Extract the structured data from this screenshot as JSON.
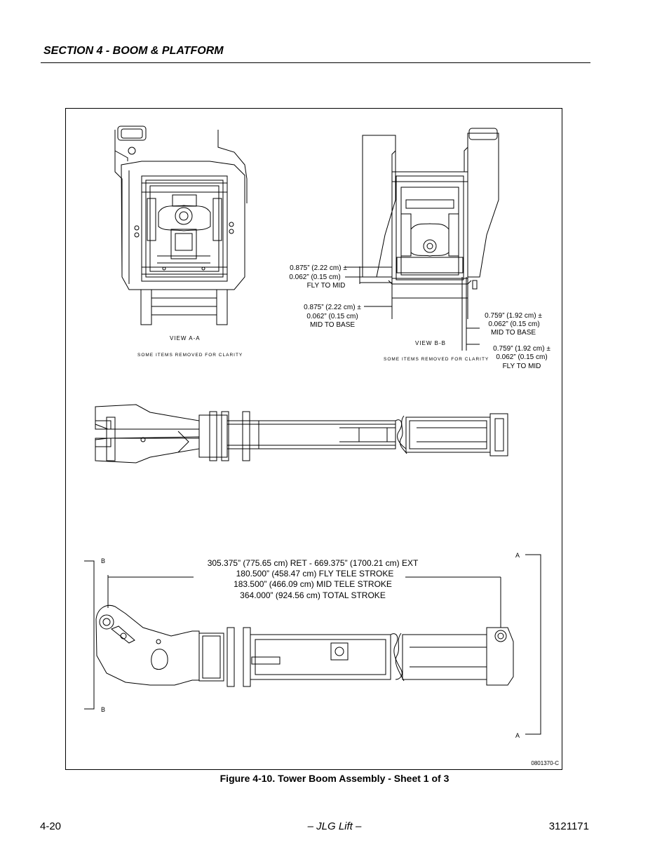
{
  "header": {
    "section_title": "SECTION 4 - BOOM & PLATFORM"
  },
  "figure": {
    "view_a": {
      "view_label": "VIEW A-A",
      "note": "SOME ITEMS REMOVED FOR CLARITY"
    },
    "view_b": {
      "view_label": "VIEW B-B",
      "note": "SOME ITEMS REMOVED FOR CLARITY",
      "callout_fly_to_mid_left": [
        "0.875” (2.22 cm) ±",
        "0.062” (0.15 cm)",
        "FLY TO MID"
      ],
      "callout_mid_to_base_left": [
        "0.875” (2.22 cm) ±",
        "0.062” (0.15 cm)",
        "MID TO BASE"
      ],
      "callout_mid_to_base_right": [
        "0.759” (1.92 cm) ±",
        "0.062” (0.15 cm)",
        "MID TO BASE"
      ],
      "callout_fly_to_mid_right": [
        "0.759” (1.92 cm) ±",
        "0.062” (0.15 cm)",
        "FLY TO MID"
      ]
    },
    "side_view": {
      "dimensions": [
        "305.375” (775.65 cm) RET - 669.375” (1700.21 cm) EXT",
        "180.500” (458.47 cm) FLY TELE STROKE",
        "183.500” (466.09 cm) MID TELE STROKE",
        "364.000” (924.56 cm) TOTAL STROKE"
      ],
      "section_mark_b": "B",
      "section_mark_a": "A"
    },
    "drawing_number": "0801370-C"
  },
  "caption": "Figure 4-10.  Tower Boom Assembly - Sheet 1 of 3",
  "footer": {
    "page_number": "4-20",
    "center": "– JLG Lift –",
    "doc_number": "3121171"
  }
}
